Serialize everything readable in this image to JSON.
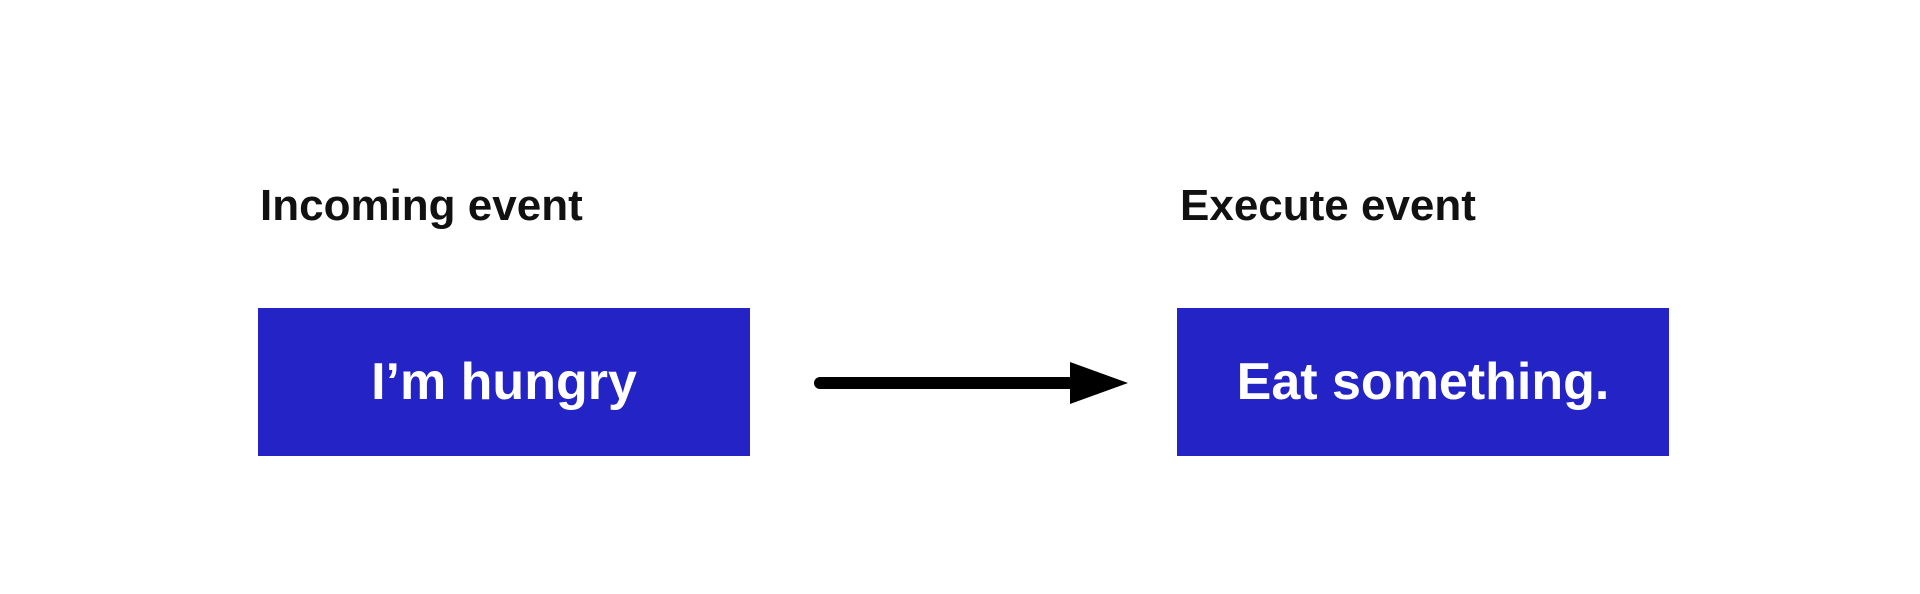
{
  "diagram": {
    "left": {
      "heading": "Incoming event",
      "box_text": "I’m hungry"
    },
    "right": {
      "heading": "Execute event",
      "box_text": "Eat something."
    },
    "colors": {
      "box_fill": "#2323c6",
      "box_text": "#ffffff",
      "heading_text": "#111111",
      "arrow": "#000000"
    },
    "connector": {
      "type": "arrow",
      "direction": "left-to-right"
    }
  }
}
